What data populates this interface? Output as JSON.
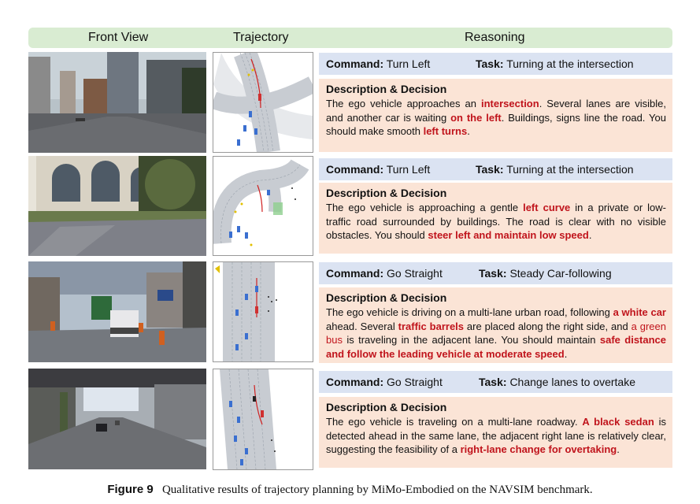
{
  "header": {
    "front_view": "Front View",
    "trajectory": "Trajectory",
    "reasoning": "Reasoning"
  },
  "labels": {
    "command": "Command:",
    "task": "Task:",
    "desc_heading": "Description & Decision"
  },
  "rows": [
    {
      "command": "Turn Left",
      "task": "Turning at the intersection",
      "desc": [
        {
          "t": "The ego vehicle approaches an "
        },
        {
          "t": "intersection",
          "h": "b"
        },
        {
          "t": ". Several lanes are visible, and another car is waiting "
        },
        {
          "t": "on the left",
          "h": "b"
        },
        {
          "t": ". Buildings, signs line the road. You should make smooth "
        },
        {
          "t": "left turns",
          "h": "b"
        },
        {
          "t": "."
        }
      ]
    },
    {
      "command": "Turn Left",
      "task": "Turning at the intersection",
      "desc": [
        {
          "t": "The ego vehicle is approaching a gentle "
        },
        {
          "t": "left curve",
          "h": "b"
        },
        {
          "t": " in a private or low-traffic road surrounded by buildings. The road is clear with no visible obstacles. You should "
        },
        {
          "t": "steer left and maintain low speed",
          "h": "b"
        },
        {
          "t": "."
        }
      ]
    },
    {
      "command": "Go Straight",
      "task": "Steady Car-following",
      "desc": [
        {
          "t": "The ego vehicle is driving on a multi-lane urban road, following "
        },
        {
          "t": "a white car",
          "h": "b"
        },
        {
          "t": " ahead. Several "
        },
        {
          "t": "traffic barrels",
          "h": "b"
        },
        {
          "t": " are placed along the right side,  and "
        },
        {
          "t": "a green bus",
          "h": "n"
        },
        {
          "t": " is traveling in the adjacent lane.  You should maintain "
        },
        {
          "t": "safe distance and follow the leading vehicle at moderate speed",
          "h": "b"
        },
        {
          "t": "."
        }
      ]
    },
    {
      "command": "Go Straight",
      "task": "Change lanes to overtake",
      "desc": [
        {
          "t": "The ego vehicle is traveling on a multi-lane roadway. "
        },
        {
          "t": "A black sedan",
          "h": "b"
        },
        {
          "t": " is detected ahead in the same lane,  the adjacent right lane is relatively clear, suggesting the feasibility of a "
        },
        {
          "t": "right-lane change for overtaking",
          "h": "b"
        },
        {
          "t": "."
        }
      ]
    }
  ],
  "caption": {
    "figure_label": "Figure 9",
    "text": "Qualitative results of trajectory planning by MiMo-Embodied on the NAVSIM benchmark."
  },
  "colors": {
    "header_bg": "#d9ecd2",
    "command_bg": "#dbe3f2",
    "desc_bg": "#fbe4d6",
    "highlight": "#c0141c"
  }
}
